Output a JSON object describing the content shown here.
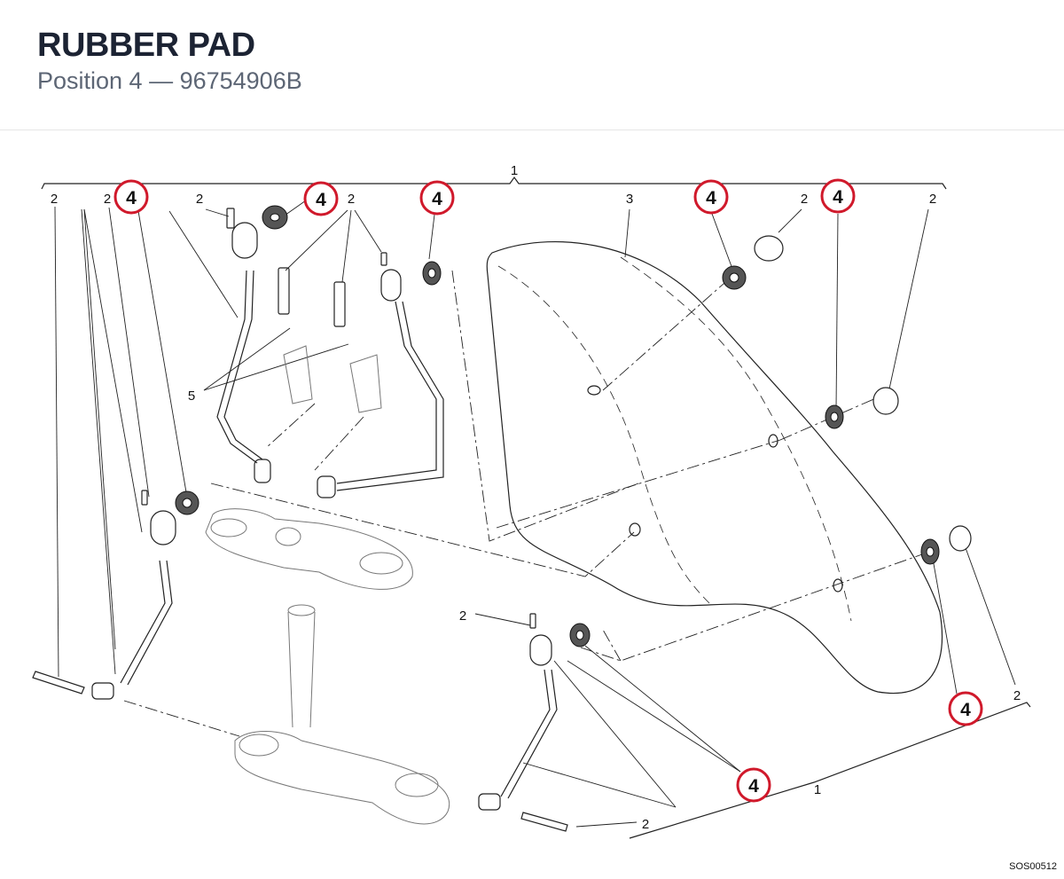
{
  "header": {
    "title": "RUBBER PAD",
    "subtitle": "Position 4 — 96754906B"
  },
  "diagram": {
    "code": "SOS00512",
    "labels": {
      "one": "1",
      "two": "2",
      "three": "3",
      "five": "5"
    },
    "callout_value": "4",
    "highlight_color": "#d0192b"
  }
}
